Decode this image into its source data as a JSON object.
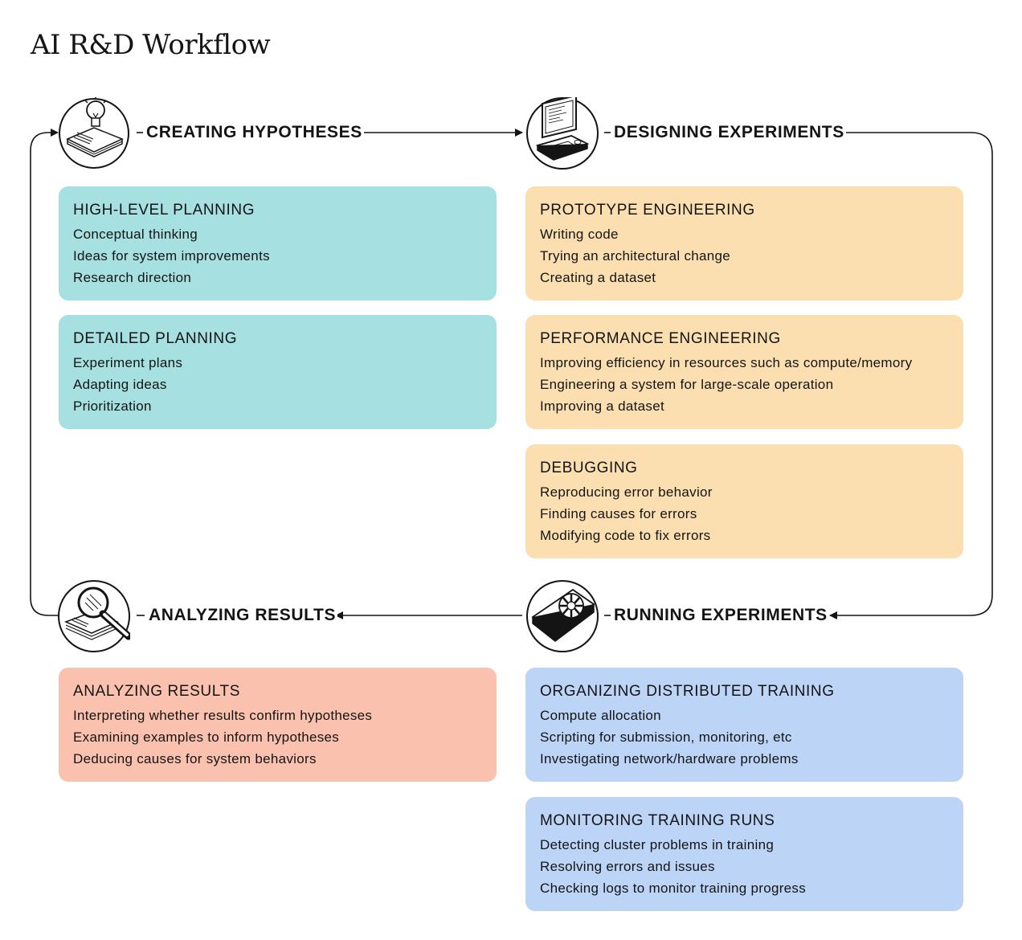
{
  "title": "AI R&D Workflow",
  "colors": {
    "creating": "#a6e0e0",
    "designing": "#fbdfb1",
    "analyzing": "#fac2ae",
    "running": "#bcd4f6",
    "line": "#141414"
  },
  "stages": {
    "creating": {
      "label": "CREATING HYPOTHESES",
      "icon": "lightbulb-on-papers-icon",
      "cards": [
        {
          "title": "HIGH-LEVEL PLANNING",
          "items": [
            "Conceptual thinking",
            "Ideas for system improvements",
            "Research direction"
          ]
        },
        {
          "title": "DETAILED PLANNING",
          "items": [
            "Experiment plans",
            "Adapting ideas",
            "Prioritization"
          ]
        }
      ]
    },
    "designing": {
      "label": "DESIGNING EXPERIMENTS",
      "icon": "computer-icon",
      "cards": [
        {
          "title": "PROTOTYPE ENGINEERING",
          "items": [
            "Writing code",
            "Trying an architectural change",
            "Creating a dataset"
          ]
        },
        {
          "title": "PERFORMANCE ENGINEERING",
          "items": [
            "Improving efficiency in resources such as compute/memory",
            "Engineering a system for large-scale operation",
            "Improving a dataset"
          ]
        },
        {
          "title": "DEBUGGING",
          "items": [
            "Reproducing error behavior",
            "Finding causes for errors",
            "Modifying code to fix errors"
          ]
        }
      ]
    },
    "analyzing": {
      "label": "ANALYZING RESULTS",
      "icon": "magnifying-glass-on-papers-icon",
      "cards": [
        {
          "title": "ANALYZING RESULTS",
          "items": [
            "Interpreting whether results confirm hypotheses",
            "Examining examples to inform hypotheses",
            "Deducing causes for system behaviors"
          ]
        }
      ]
    },
    "running": {
      "label": "RUNNING EXPERIMENTS",
      "icon": "gpu-fan-icon",
      "cards": [
        {
          "title": "ORGANIZING DISTRIBUTED TRAINING",
          "items": [
            "Compute allocation",
            "Scripting for submission, monitoring, etc",
            "Investigating network/hardware problems"
          ]
        },
        {
          "title": "MONITORING TRAINING RUNS",
          "items": [
            "Detecting cluster problems in training",
            "Resolving errors and issues",
            "Checking logs to monitor training progress"
          ]
        }
      ]
    }
  }
}
